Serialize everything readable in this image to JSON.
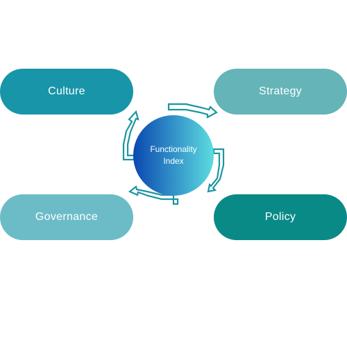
{
  "hub": {
    "line1": "Functionality",
    "line2": "Index"
  },
  "nodes": {
    "culture": {
      "label": "Culture",
      "color": "#1895a8"
    },
    "strategy": {
      "label": "Strategy",
      "color": "#64b4b8"
    },
    "governance": {
      "label": "Governance",
      "color": "#6cbcc8"
    },
    "policy": {
      "label": "Policy",
      "color": "#0a8a86"
    }
  },
  "colors": {
    "arrow": "#1c95a2",
    "hub_gradient_start": "#0a48b0",
    "hub_gradient_end": "#5cdce0"
  }
}
